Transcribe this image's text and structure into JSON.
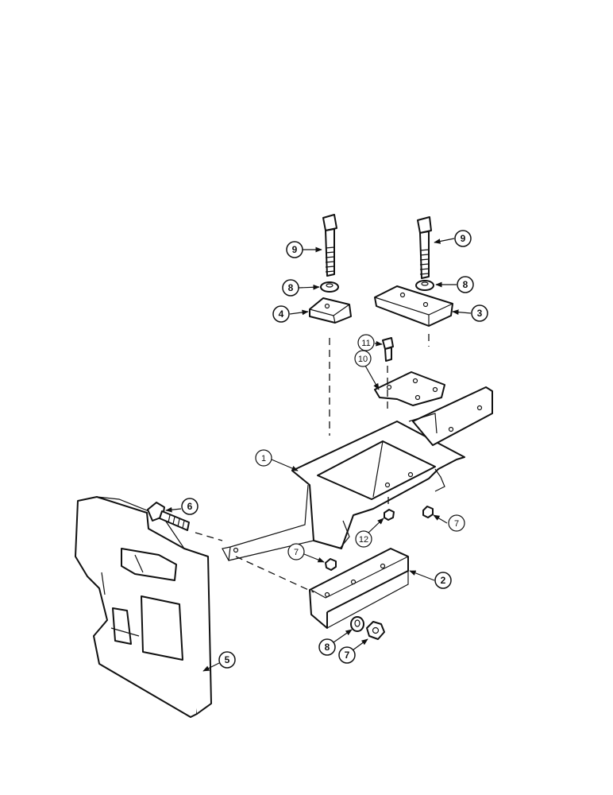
{
  "callouts": {
    "c1": "1",
    "c2": "2",
    "c3": "3",
    "c4": "4",
    "c5": "5",
    "c6": "6",
    "c7a": "7",
    "c7b": "7",
    "c7c": "7",
    "c8a": "8",
    "c8b": "8",
    "c8c": "8",
    "c9a": "9",
    "c9b": "9",
    "c10": "10",
    "c11": "11",
    "c12": "12"
  },
  "colors": {
    "ink": "#111111",
    "paper": "#ffffff"
  }
}
